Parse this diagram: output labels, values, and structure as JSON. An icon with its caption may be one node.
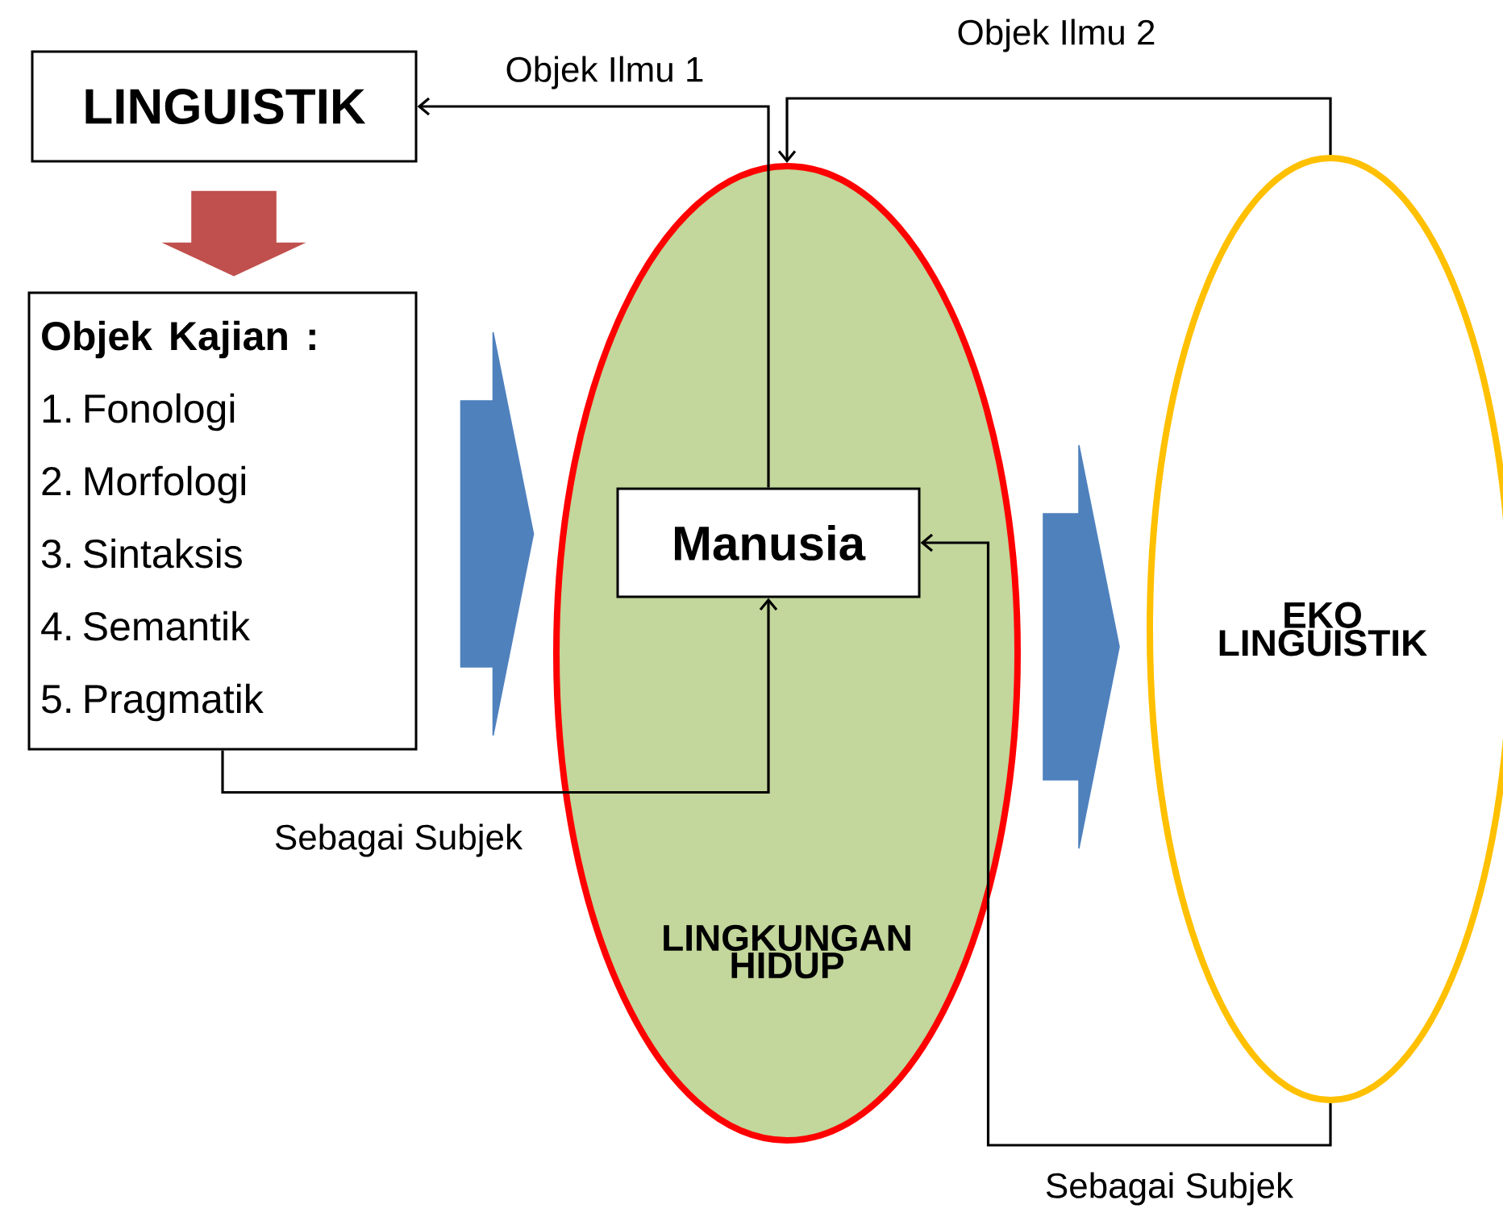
{
  "diagram": {
    "nodes": [
      {
        "text": [
          "LINGUISTIK"
        ]
      },
      {
        "text": [
          "Objek Kajian :",
          "1. Fonologi",
          "2. Morfologi",
          "3. Sintaksis",
          "4. Semantik",
          "5. Pragmatik"
        ]
      },
      {
        "text": [
          "LINGKUNGAN HIDUP"
        ]
      },
      {
        "text": [
          "Manusia"
        ],
        "in": 2
      },
      {
        "text": [
          "EKO LINGUISTIK"
        ]
      }
    ],
    "edges": [
      {
        "from": 3,
        "to": 0,
        "label": "Objek Ilmu 1",
        "arrow": "to"
      },
      {
        "from": 4,
        "to": 2,
        "label": "Objek Ilmu 2",
        "arrow": "to"
      },
      {
        "from": 1,
        "to": 3,
        "label": "Sebagai Subjek",
        "arrow": "to"
      },
      {
        "from": 4,
        "to": 3,
        "label": "Sebagai Subjek",
        "arrow": "to"
      },
      {
        "from": 0,
        "to": 1,
        "arrow": "to",
        "style": "thick",
        "color": "#c0504d"
      },
      {
        "from": 1,
        "to": 2,
        "arrow": "to",
        "style": "thick",
        "color": "#4f81bd"
      },
      {
        "from": 2,
        "to": 4,
        "arrow": "to",
        "style": "thick",
        "color": "#4f81bd"
      }
    ]
  }
}
